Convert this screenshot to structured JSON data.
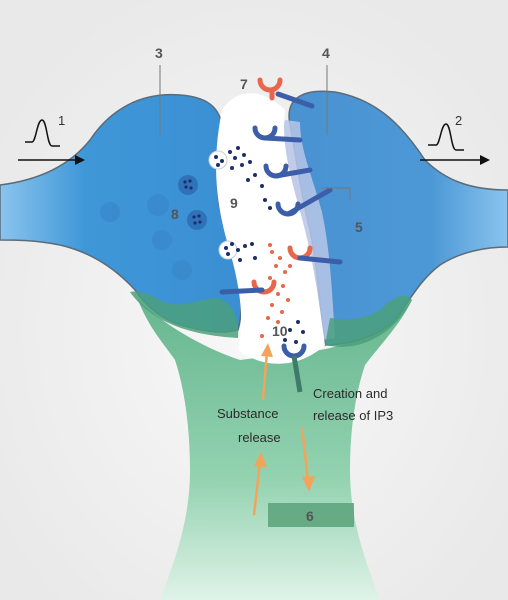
{
  "labels": {
    "n1": "1",
    "n2": "2",
    "n3": "3",
    "n4": "4",
    "n5": "5",
    "n6": "6",
    "n7": "7",
    "n8": "8",
    "n9": "9",
    "n10": "10",
    "substance_line1": "Substance",
    "substance_line2": "release",
    "ip3_line1": "Creation and",
    "ip3_line2": "release of IP3"
  },
  "colors": {
    "presynaptic_blue": "#3f97d8",
    "postsynaptic_blue": "#4c98d6",
    "astrocyte_green": "#66b98f",
    "receptor_blue": "#3c5ea8",
    "receptor_red": "#e8664a",
    "vesicle_navy": "#1d2f6b",
    "arrow_orange": "#f3a35a",
    "box_green": "#5aa27a"
  },
  "icons": [
    "action-potential-icon",
    "arrow-right-icon"
  ]
}
